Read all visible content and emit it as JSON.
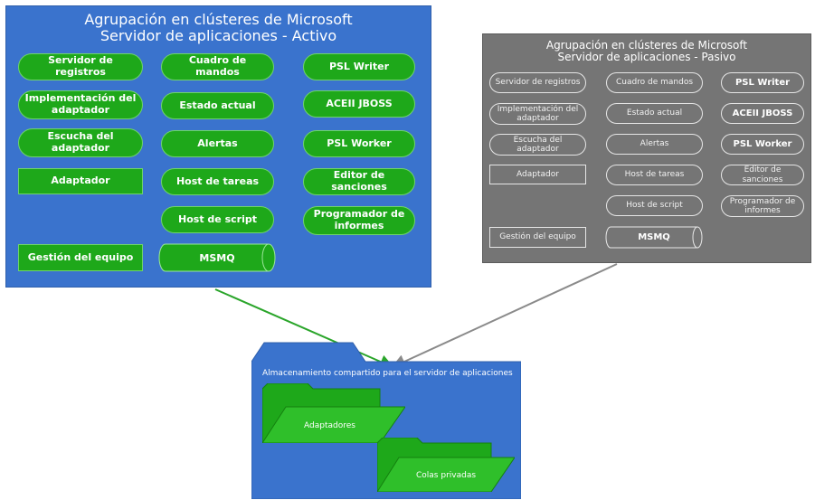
{
  "active_cluster": {
    "title_line1": "Agrupación en clústeres de Microsoft",
    "title_line2": "Servidor de aplicaciones - Activo",
    "nodes": {
      "servidor_registros": "Servidor de registros",
      "cuadro_mandos": "Cuadro de mandos",
      "psl_writer": "PSL Writer",
      "implementacion_adaptador": "Implementación del adaptador",
      "estado_actual": "Estado actual",
      "aceii_jboss": "ACEII JBOSS",
      "escucha_adaptador": "Escucha del adaptador",
      "alertas": "Alertas",
      "psl_worker": "PSL Worker",
      "adaptador": "Adaptador",
      "host_tareas": "Host de tareas",
      "editor_sanciones": "Editor de sanciones",
      "host_script": "Host de script",
      "programador_informes": "Programador de informes",
      "gestion_equipo": "Gestión del equipo",
      "msmq": "MSMQ"
    }
  },
  "passive_cluster": {
    "title_line1": "Agrupación en clústeres de Microsoft",
    "title_line2": "Servidor de aplicaciones - Pasivo",
    "nodes": {
      "servidor_registros": "Servidor de registros",
      "cuadro_mandos": "Cuadro de mandos",
      "psl_writer": "PSL Writer",
      "implementacion_adaptador": "Implementación del adaptador",
      "estado_actual": "Estado actual",
      "aceii_jboss": "ACEII JBOSS",
      "escucha_adaptador": "Escucha del adaptador",
      "alertas": "Alertas",
      "psl_worker": "PSL Worker",
      "adaptador": "Adaptador",
      "host_tareas": "Host de tareas",
      "editor_sanciones": "Editor de sanciones",
      "host_script": "Host de script",
      "programador_informes": "Programador de informes",
      "gestion_equipo": "Gestión del equipo",
      "msmq": "MSMQ"
    }
  },
  "shared_storage": {
    "title": "Almacenamiento compartido para el servidor de aplicaciones",
    "folders": [
      "Adaptadores",
      "Colas privadas"
    ]
  },
  "colors": {
    "active_panel": "#3a73cd",
    "passive_panel": "#757575",
    "active_node": "#1ea81a",
    "storage": "#3a73cd",
    "active_connector": "#2aa52a",
    "passive_connector": "#8a8a8a"
  }
}
